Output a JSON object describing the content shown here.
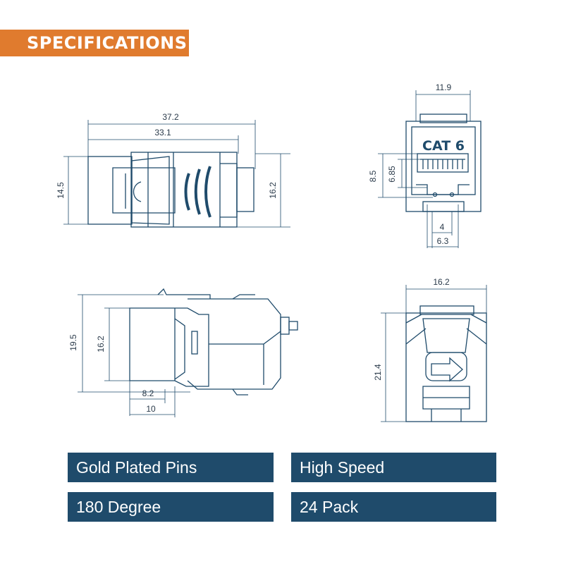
{
  "banner": {
    "title": "SPECIFICATIONS"
  },
  "colors": {
    "accent": "#e07b2e",
    "label_bg": "#1f4b6b",
    "line": "#1f4b6b"
  },
  "side_view": {
    "overall_length": "37.2",
    "body_length": "33.1",
    "height_left": "14.5",
    "height_right": "16.2"
  },
  "front_view": {
    "label": "CAT 6",
    "width": "11.9",
    "height_outer": "8.5",
    "height_inner": "6.85",
    "pin_width": "4",
    "slot_width": "6.3"
  },
  "top_view": {
    "overall_height": "19.5",
    "body_height": "16.2",
    "inner_width": "8.2",
    "outer_width": "10"
  },
  "back_view": {
    "width": "16.2",
    "height": "21.4"
  },
  "features": [
    "Gold Plated Pins",
    "High Speed",
    "180 Degree",
    "24 Pack"
  ]
}
